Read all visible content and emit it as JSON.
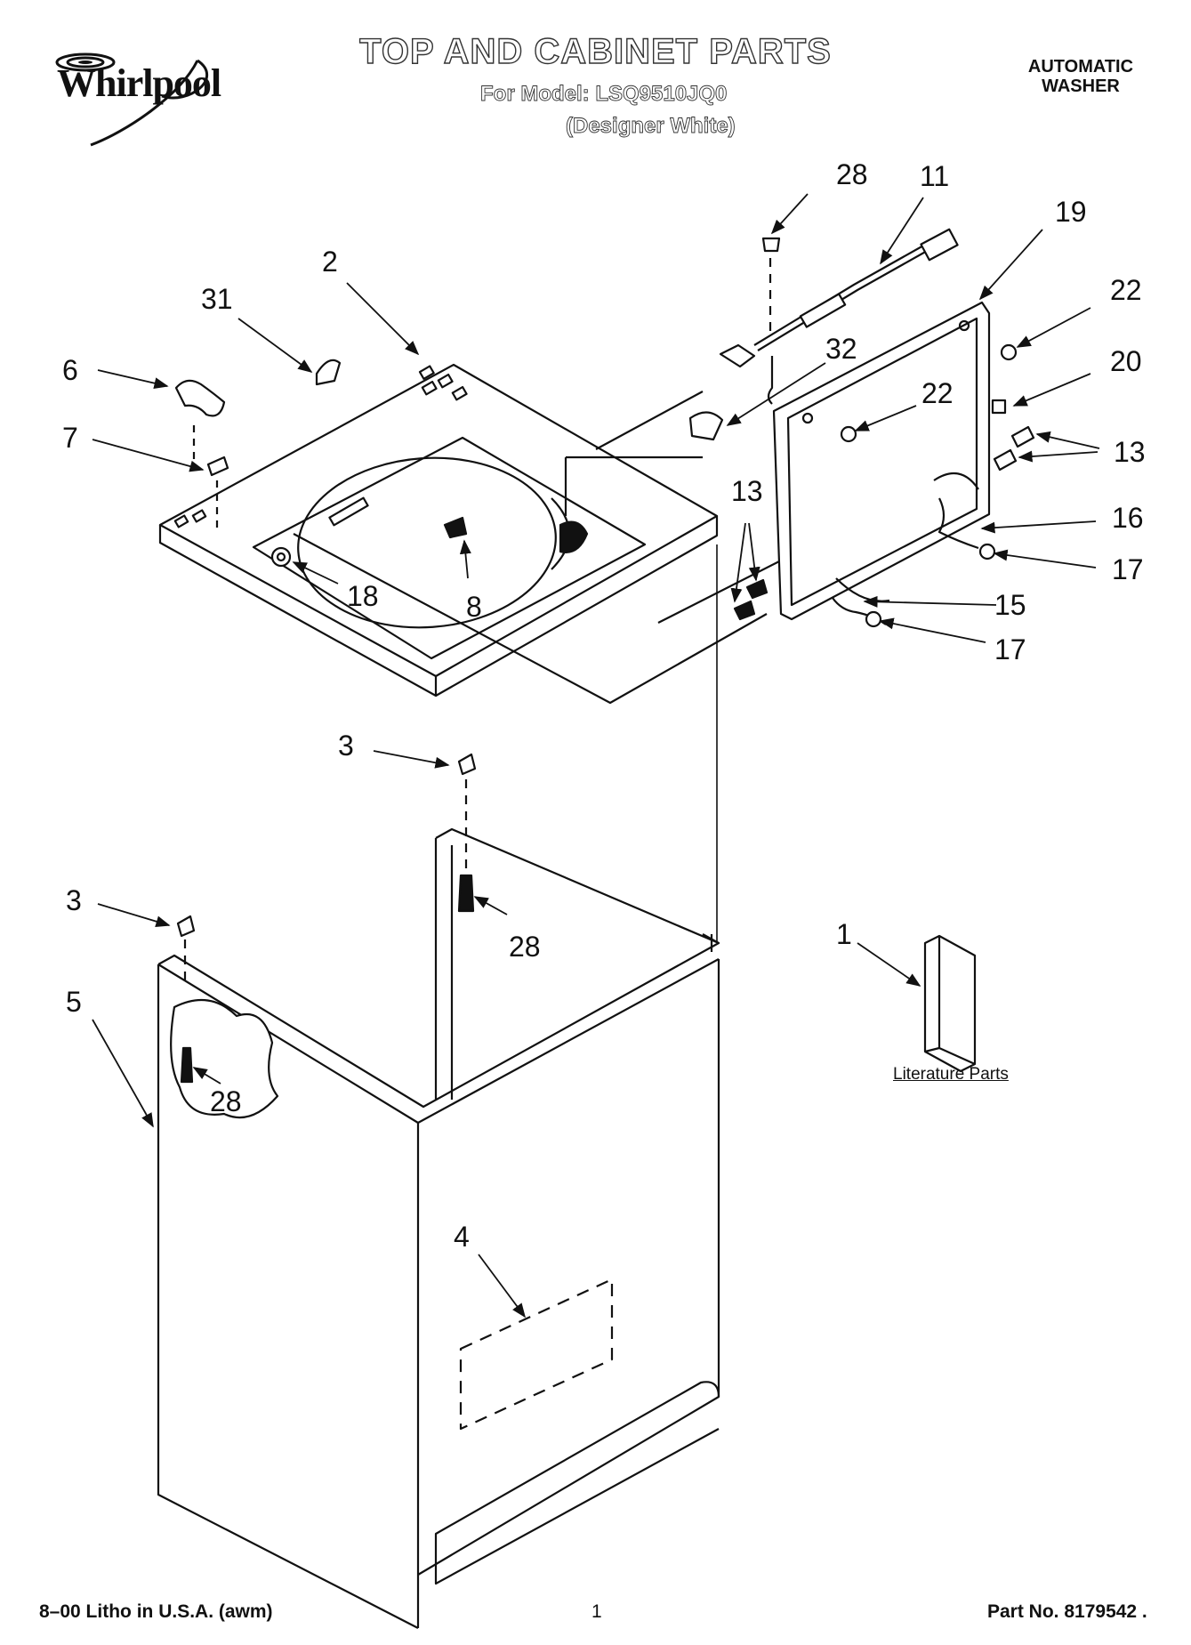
{
  "brand": "Whirlpool",
  "title": "TOP AND CABINET PARTS",
  "model_line": "For Model: LSQ9510JQ0",
  "color_line": "(Designer White)",
  "product_type": [
    "AUTOMATIC",
    "WASHER"
  ],
  "literature_label": "Literature Parts",
  "callouts": [
    {
      "id": "c28a",
      "label": "28"
    },
    {
      "id": "c11",
      "label": "11"
    },
    {
      "id": "c19",
      "label": "19"
    },
    {
      "id": "c2",
      "label": "2"
    },
    {
      "id": "c31",
      "label": "31"
    },
    {
      "id": "c22a",
      "label": "22"
    },
    {
      "id": "c6",
      "label": "6"
    },
    {
      "id": "c32",
      "label": "32"
    },
    {
      "id": "c20",
      "label": "20"
    },
    {
      "id": "c7",
      "label": "7"
    },
    {
      "id": "c22b",
      "label": "22"
    },
    {
      "id": "c13a",
      "label": "13"
    },
    {
      "id": "c13b",
      "label": "13"
    },
    {
      "id": "c16",
      "label": "16"
    },
    {
      "id": "c18",
      "label": "18"
    },
    {
      "id": "c8",
      "label": "8"
    },
    {
      "id": "c17a",
      "label": "17"
    },
    {
      "id": "c15",
      "label": "15"
    },
    {
      "id": "c17b",
      "label": "17"
    },
    {
      "id": "c3a",
      "label": "3"
    },
    {
      "id": "c3b",
      "label": "3"
    },
    {
      "id": "c28b",
      "label": "28"
    },
    {
      "id": "c1",
      "label": "1"
    },
    {
      "id": "c5",
      "label": "5"
    },
    {
      "id": "c28c",
      "label": "28"
    },
    {
      "id": "c4",
      "label": "4"
    }
  ],
  "footer": {
    "left": "8–00 Litho in U.S.A. (awm)",
    "page": "1",
    "right": "Part No. 8179542 ."
  }
}
